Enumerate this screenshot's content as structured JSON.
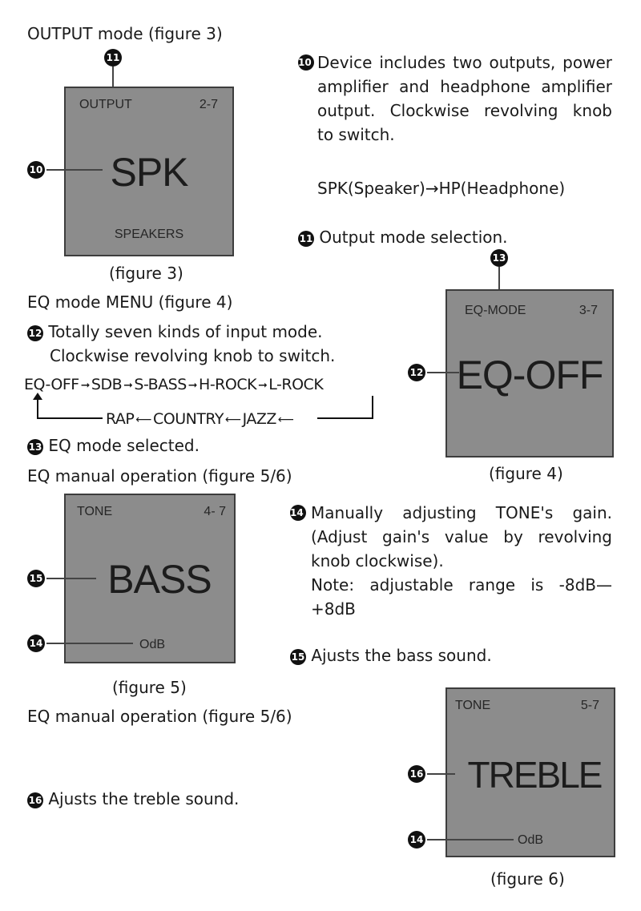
{
  "fig3": {
    "heading": "OUTPUT mode (figure 3)",
    "screen_title": "OUTPUT",
    "screen_page": "2-7",
    "screen_main": "SPK",
    "screen_bottom": "SPEAKERS",
    "caption": "(figure 3)",
    "callout_top": "11",
    "callout_left": "10"
  },
  "note10": {
    "num": "10",
    "lines": [
      "Device includes two outputs, power",
      "amplifier and headphone amplifier",
      "output. Clockwise revolving knob",
      "to switch."
    ],
    "switch_text": "SPK(Speaker)→HP(Headphone)"
  },
  "note11": {
    "num": "11",
    "text": "Output mode selection."
  },
  "fig4": {
    "heading": "EQ mode MENU (figure 4)",
    "screen_title": "EQ-MODE",
    "screen_page": "3-7",
    "screen_main": "EQ-OFF",
    "caption": "(figure 4)",
    "callout_top": "13",
    "callout_left": "12"
  },
  "note12": {
    "num": "12",
    "line1": "Totally seven kinds of input mode.",
    "line2": "Clockwise revolving knob to switch.",
    "flow_top": [
      "EQ-OFF",
      "SDB",
      "S-BASS",
      "H-ROCK",
      "L-ROCK"
    ],
    "flow_bottom": [
      "RAP",
      "COUNTRY",
      "JAZZ"
    ]
  },
  "note13": {
    "num": "13",
    "text": "EQ mode selected."
  },
  "fig5": {
    "heading": "EQ manual operation (figure 5/6)",
    "screen_title": "TONE",
    "screen_page": "4- 7",
    "screen_main": "BASS",
    "screen_bottom": "OdB",
    "caption": "(figure 5)",
    "callout_main": "15",
    "callout_bottom": "14"
  },
  "note14": {
    "num": "14",
    "lines": [
      "Manually adjusting TONE's gain.",
      "(Adjust gain's value by revolving",
      "knob clockwise)."
    ],
    "note_line1": "Note: adjustable range is -8dB—",
    "note_line2": "+8dB"
  },
  "note15": {
    "num": "15",
    "text": "Ajusts the bass sound."
  },
  "fig6": {
    "heading": "EQ manual operation (figure 5/6)",
    "screen_title": "TONE",
    "screen_page": "5-7",
    "screen_main": "TREBLE",
    "screen_bottom": "OdB",
    "caption": "(figure 6)",
    "callout_main": "16",
    "callout_bottom": "14"
  },
  "note16": {
    "num": "16",
    "text": "Ajusts the treble sound."
  }
}
